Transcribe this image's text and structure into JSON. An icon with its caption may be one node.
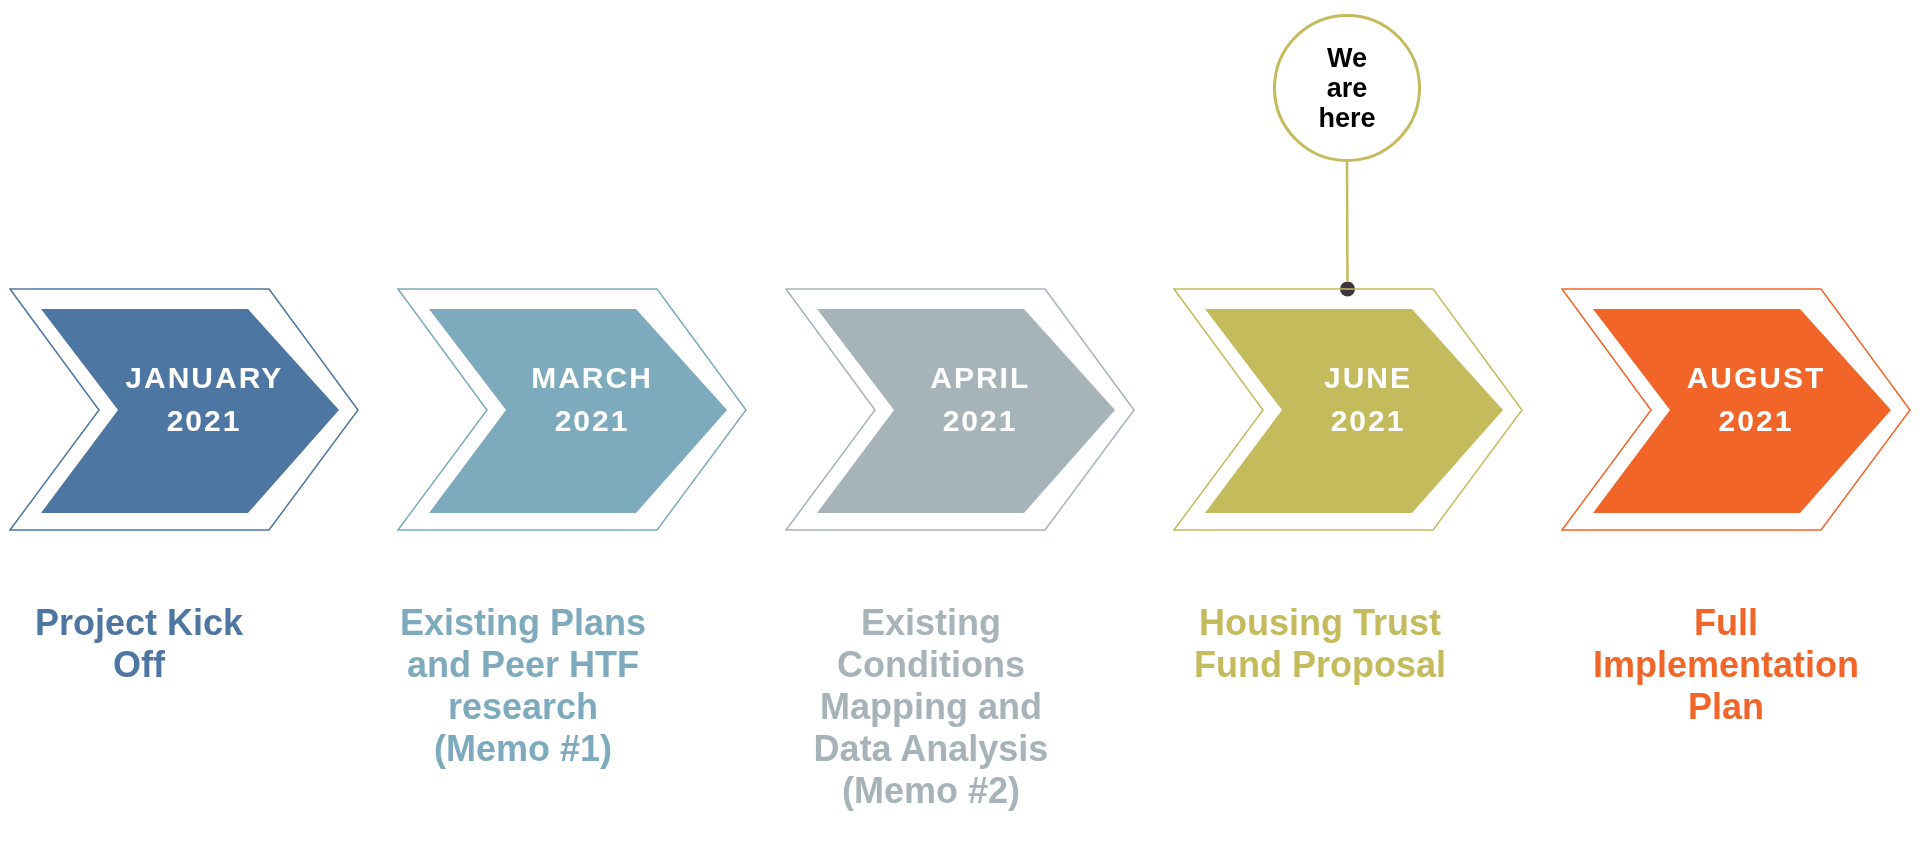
{
  "diagram": {
    "nodes": [
      {
        "text": [
          "JANUARY 2021"
        ],
        "beside": [
          "Project Kick Off"
        ]
      },
      {
        "text": [
          "MARCH 2021"
        ],
        "beside": [
          "Existing Plans and Peer HTF research (Memo #1)"
        ]
      },
      {
        "text": [
          "APRIL 2021"
        ],
        "beside": [
          "Existing Conditions Mapping and Data Analysis (Memo #2)"
        ]
      },
      {
        "text": [
          "JUNE 2021"
        ],
        "beside": [
          "Housing Trust Fund Proposal"
        ]
      },
      {
        "text": [
          "AUGUST 2021"
        ],
        "beside": [
          "Full Implementation Plan"
        ]
      },
      {
        "text": [
          "We are here"
        ]
      }
    ],
    "edges": [
      {
        "from": 5,
        "to": 3,
        "arrow": "other"
      }
    ]
  }
}
